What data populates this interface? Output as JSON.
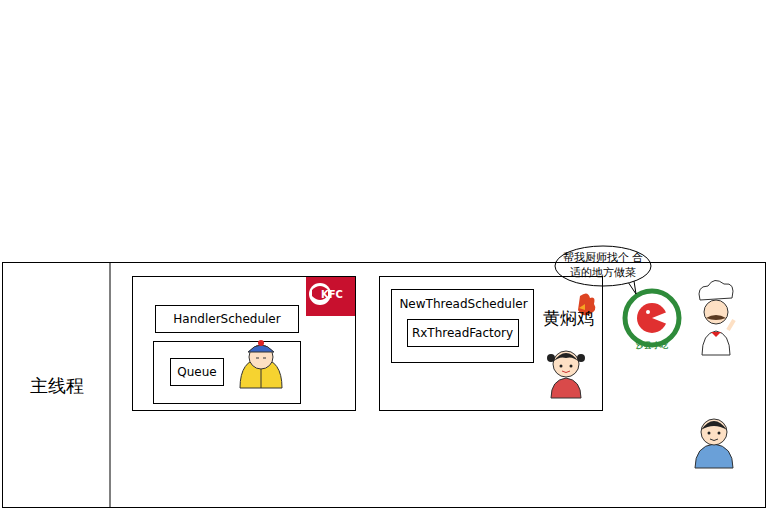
{
  "diagram": {
    "nodes": [
      {
        "text": [
          "主线程"
        ]
      },
      {
        "text": [
          "KFC"
        ],
        "in": 0
      },
      {
        "text": [
          "HandlerScheduler"
        ],
        "in": 1
      },
      {
        "text": [
          "Queue"
        ],
        "in": 1
      },
      {
        "text": [
          "黄焖鸡"
        ],
        "in": 0
      },
      {
        "text": [
          "NewThreadScheduler"
        ],
        "in": 4
      },
      {
        "text": [
          "RxThreadFactory"
        ],
        "in": 5
      },
      {
        "text": [
          "帮我厨师找个 合适的地方做菜"
        ]
      }
    ],
    "labels": [
      "沙县小吃"
    ]
  }
}
